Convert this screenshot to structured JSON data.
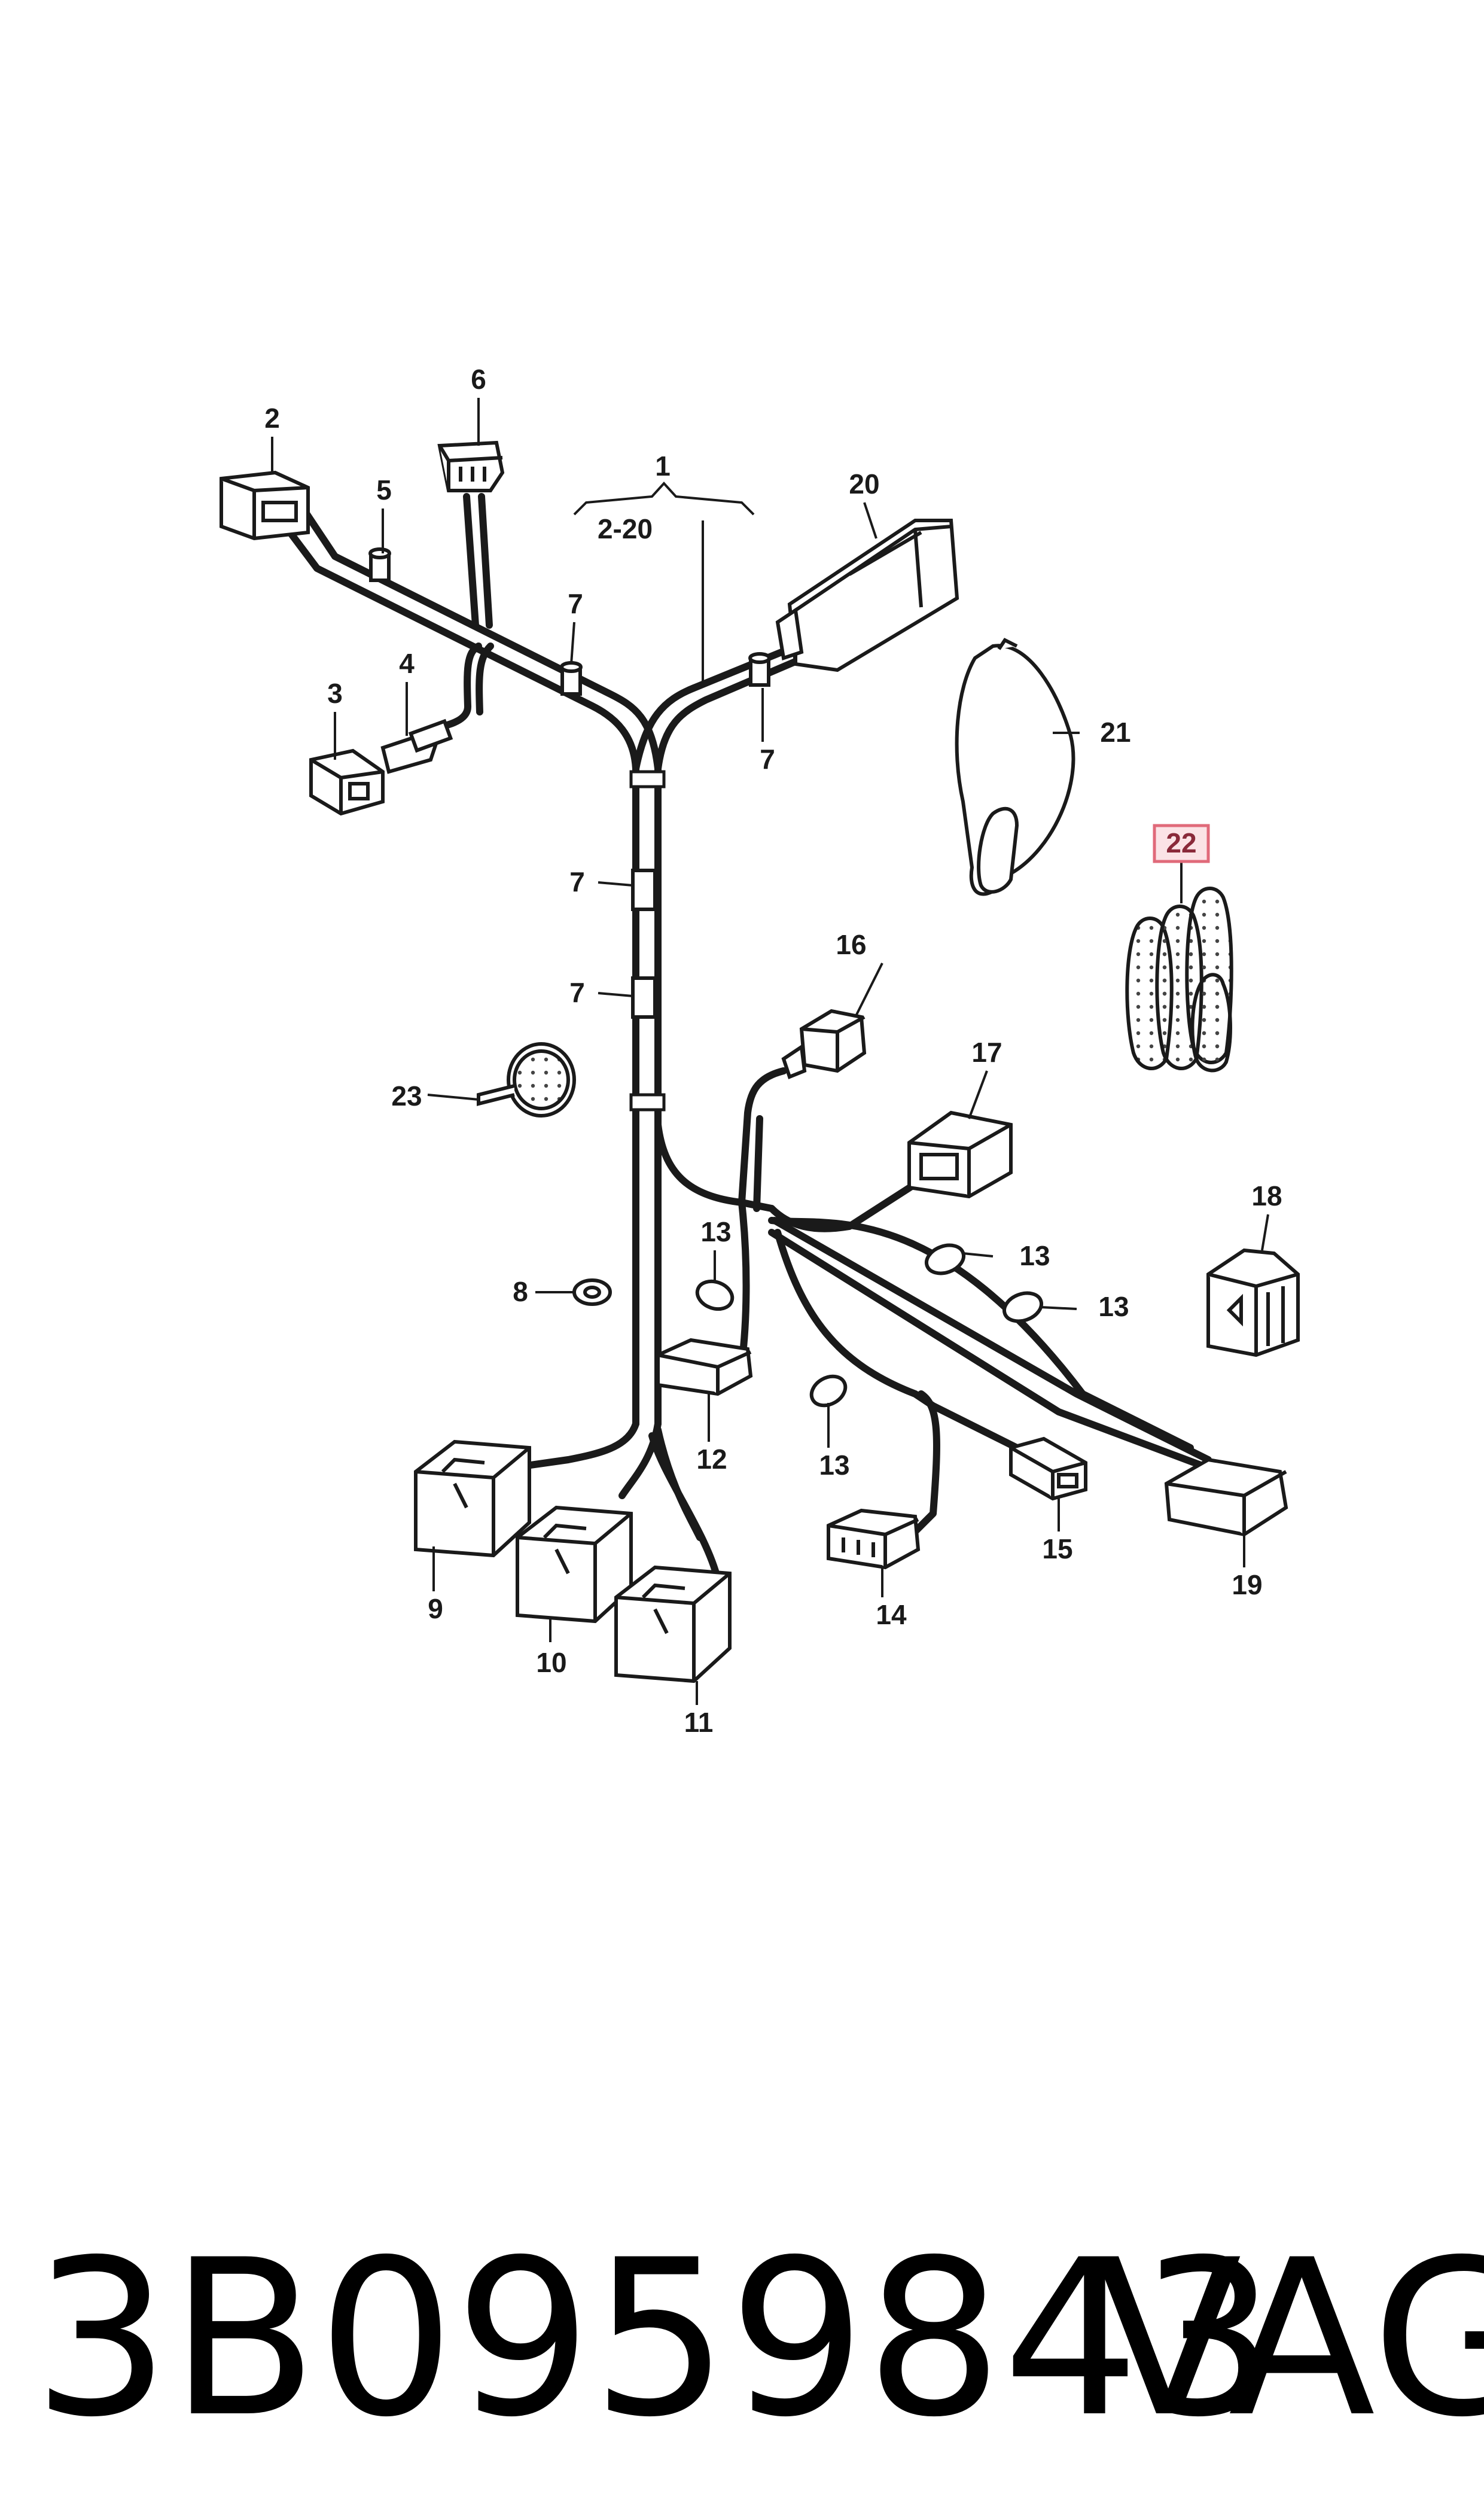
{
  "diagram": {
    "callouts": {
      "c1": "1",
      "c1_range": "2-20",
      "c2": "2",
      "c3": "3",
      "c4": "4",
      "c5": "5",
      "c6": "6",
      "c7": "7",
      "c8": "8",
      "c9": "9",
      "c10": "10",
      "c11": "11",
      "c12": "12",
      "c13": "13",
      "c14": "14",
      "c15": "15",
      "c16": "16",
      "c17": "17",
      "c18": "18",
      "c19": "19",
      "c20": "20",
      "c21": "21",
      "c22": "22",
      "c23": "23"
    },
    "highlight": {
      "part": "22",
      "border_color": "#e06a7a",
      "fill_color": "#fbe3e6"
    }
  },
  "footer": {
    "part_number": "3B0959843",
    "brand": "VAG"
  }
}
